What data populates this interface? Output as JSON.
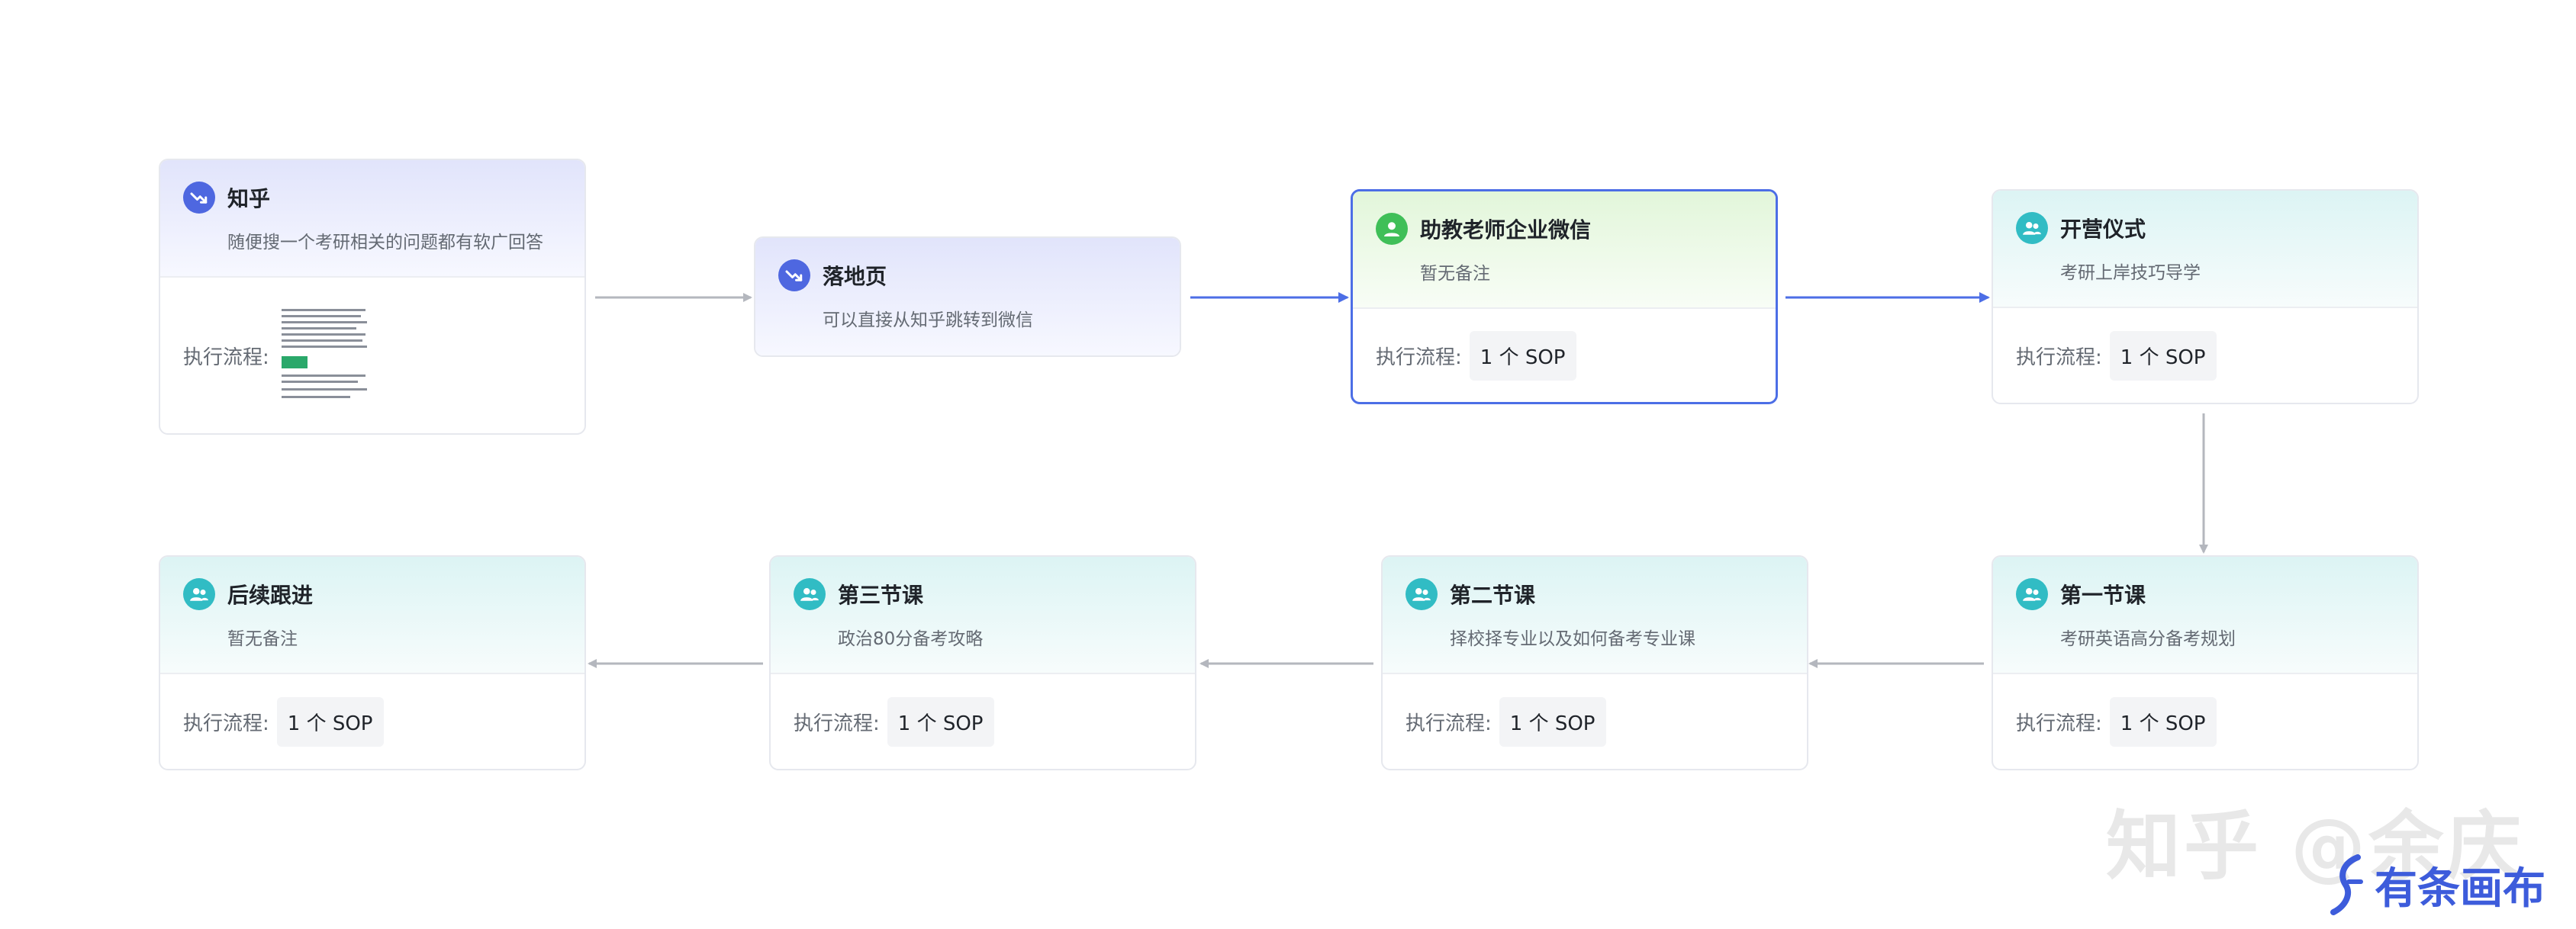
{
  "nodes": {
    "zhihu": {
      "title": "知乎",
      "note": "随便搜一个考研相关的问题都有软广回答",
      "flow_label": "执行流程:"
    },
    "landing": {
      "title": "落地页",
      "note": "可以直接从知乎跳转到微信"
    },
    "assistant": {
      "title": "助教老师企业微信",
      "note": "暂无备注",
      "flow_label": "执行流程:",
      "sop": "1 个 SOP"
    },
    "opening": {
      "title": "开营仪式",
      "note": "考研上岸技巧导学",
      "flow_label": "执行流程:",
      "sop": "1 个 SOP"
    },
    "lesson1": {
      "title": "第一节课",
      "note": "考研英语高分备考规划",
      "flow_label": "执行流程:",
      "sop": "1 个 SOP"
    },
    "lesson2": {
      "title": "第二节课",
      "note": "择校择专业以及如何备考专业课",
      "flow_label": "执行流程:",
      "sop": "1 个 SOP"
    },
    "lesson3": {
      "title": "第三节课",
      "note": "政治80分备考攻略",
      "flow_label": "执行流程:",
      "sop": "1 个 SOP"
    },
    "followup": {
      "title": "后续跟进",
      "note": "暂无备注",
      "flow_label": "执行流程:",
      "sop": "1 个 SOP"
    }
  },
  "watermark": "知乎 @余庆",
  "brand": "有条画布",
  "colors": {
    "selected_border": "#4c6ee6",
    "edge_active": "#4c6ee6",
    "edge_default": "#b4b7be",
    "icon_blue": "#4e67e0",
    "icon_green": "#3fbf58",
    "icon_teal": "#31bcc4"
  },
  "icons": {
    "zhihu": "trend-arrow-icon",
    "landing": "trend-arrow-icon",
    "assistant": "user-icon",
    "opening": "users-icon",
    "lesson1": "users-icon",
    "lesson2": "users-icon",
    "lesson3": "users-icon",
    "followup": "users-icon"
  }
}
